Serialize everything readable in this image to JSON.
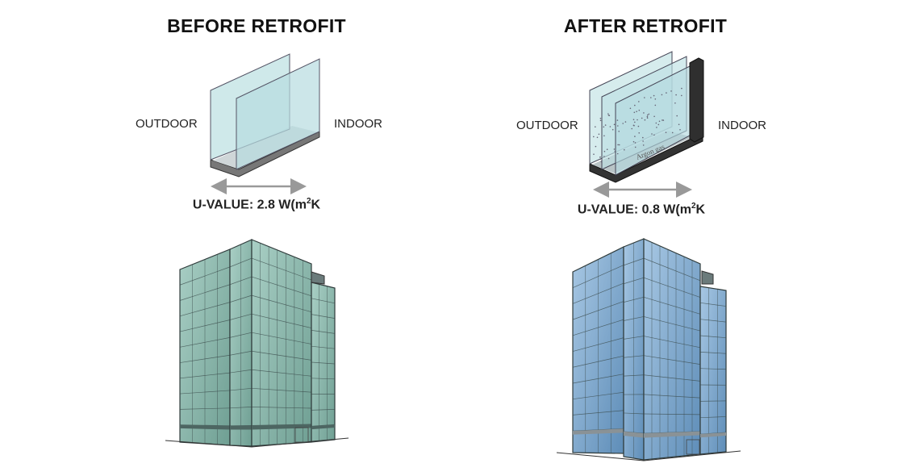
{
  "before": {
    "title": "BEFORE RETROFIT",
    "outdoor_label": "OUTDOOR",
    "indoor_label": "INDOOR",
    "u_value_prefix": "U-VALUE: 2.8 W(m",
    "u_value_sup": "2",
    "u_value_suffix": "K",
    "glazing": "double",
    "building_color": "#8fbcb0"
  },
  "after": {
    "title": "AFTER RETROFIT",
    "outdoor_label": "OUTDOOR",
    "indoor_label": "INDOOR",
    "gas_label": "Argon gas",
    "u_value_prefix": "U-VALUE: 0.8 W(m",
    "u_value_sup": "2",
    "u_value_suffix": "K",
    "glazing": "triple",
    "building_color": "#86add0"
  }
}
